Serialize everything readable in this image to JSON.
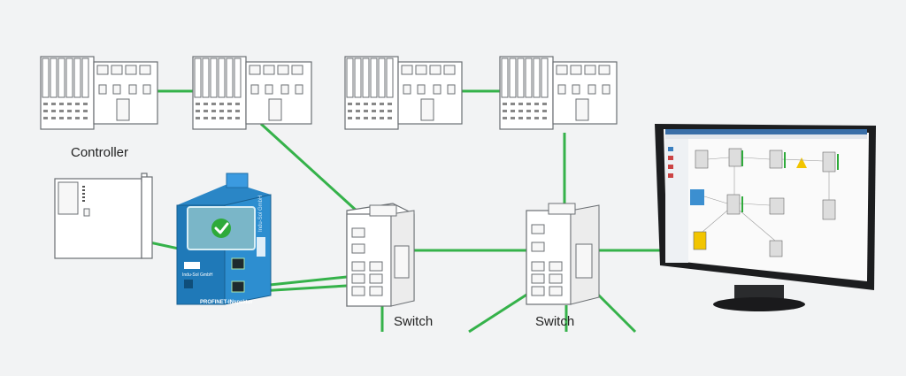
{
  "labels": {
    "controller": "Controller",
    "switch_left": "Switch",
    "switch_right": "Switch",
    "inspector_brand": "PROFINET-INspektor",
    "inspector_company": "Indu-Sol GmbH"
  },
  "colors": {
    "link": "#35b24a",
    "inspector_blue": "#1f79b8",
    "ok_green": "#2eaa3a",
    "background": "#f2f3f4"
  },
  "icons": {
    "check": "check-icon",
    "warning": "warning-icon"
  }
}
